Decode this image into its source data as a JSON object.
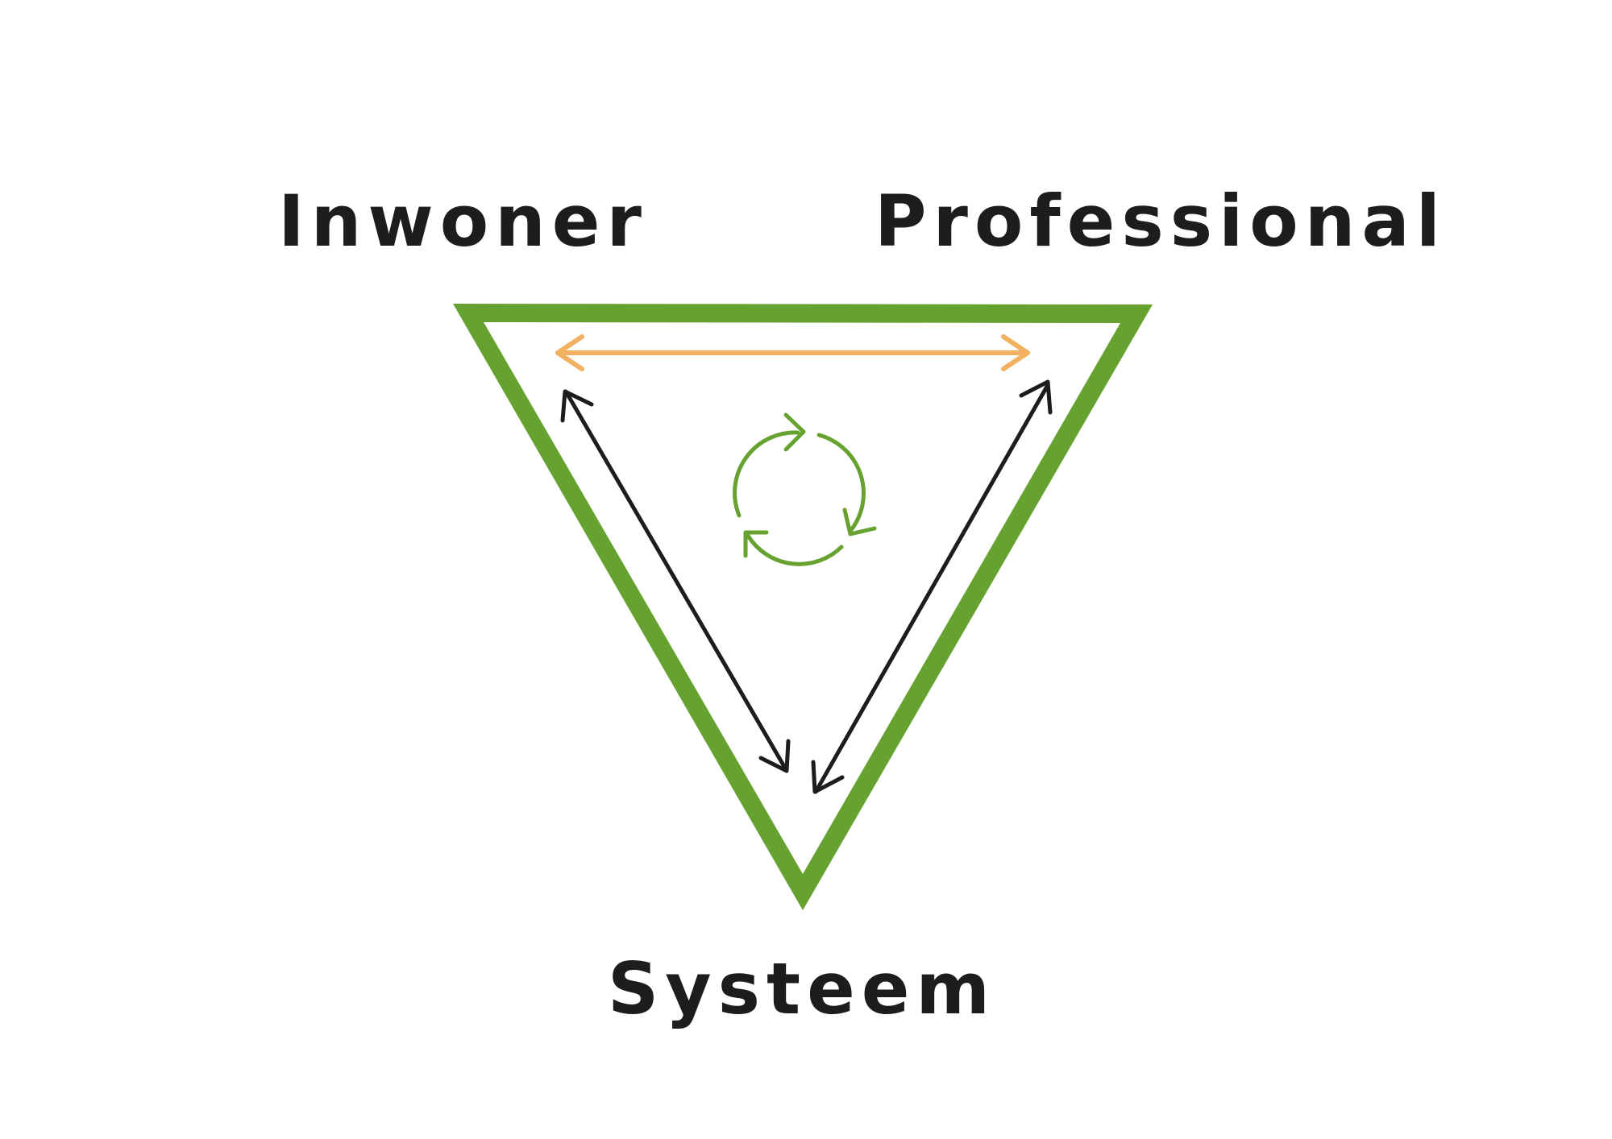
{
  "nodes": {
    "inwoner": "Inwoner",
    "professional": "Professional",
    "systeem": "Systeem"
  },
  "colors": {
    "text": "#1d1d1b",
    "triangle": "#66a22f",
    "arrow_top": "#f2b061",
    "arrow_sides": "#1d1d1b",
    "cycle": "#66a22f",
    "background": "#ffffff"
  },
  "icons": {
    "center": "recycle-cycle-icon"
  }
}
